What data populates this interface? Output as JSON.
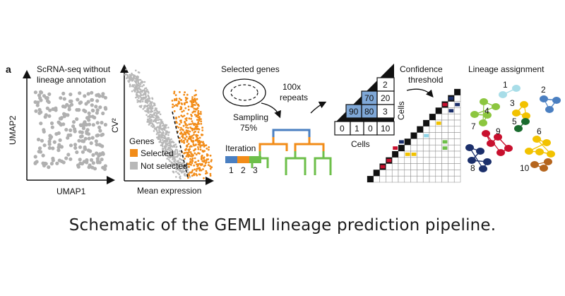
{
  "panel_letter": "a",
  "umap": {
    "title_line1": "ScRNA-seq without",
    "title_line2": "lineage annotation",
    "xlabel": "UMAP1",
    "ylabel": "UMAP2"
  },
  "cv_plot": {
    "ylabel": "CV²",
    "xlabel": "Mean expression",
    "legend_title": "Genes",
    "legend_selected": "Selected",
    "legend_not_selected": "Not selected",
    "colors": {
      "selected": "#f28c18",
      "not_selected": "#b8b8b8"
    }
  },
  "sampling": {
    "title": "Selected genes",
    "label_line1": "Sampling",
    "label_line2": "75%",
    "iteration_label": "Iteration",
    "iterations": [
      "1",
      "2",
      "3"
    ],
    "colors": [
      "#4a7fc1",
      "#f28c18",
      "#6dbf4a"
    ]
  },
  "repeats": {
    "line1": "100x",
    "line2": "repeats"
  },
  "matrix": {
    "xlabel": "Cells",
    "ylabel": "Cells",
    "cells": [
      "2",
      "70",
      "20",
      "90",
      "80",
      "3",
      "0",
      "1",
      "0",
      "10"
    ],
    "highlight_color": "#7fa8d8"
  },
  "confidence": {
    "line1": "Confidence",
    "line2": "threshold"
  },
  "lineage": {
    "title": "Lineage assignment",
    "labels": [
      "1",
      "2",
      "3",
      "4",
      "5",
      "6",
      "7",
      "8",
      "9",
      "10"
    ]
  },
  "caption": "Schematic of the GEMLI lineage prediction pipeline."
}
